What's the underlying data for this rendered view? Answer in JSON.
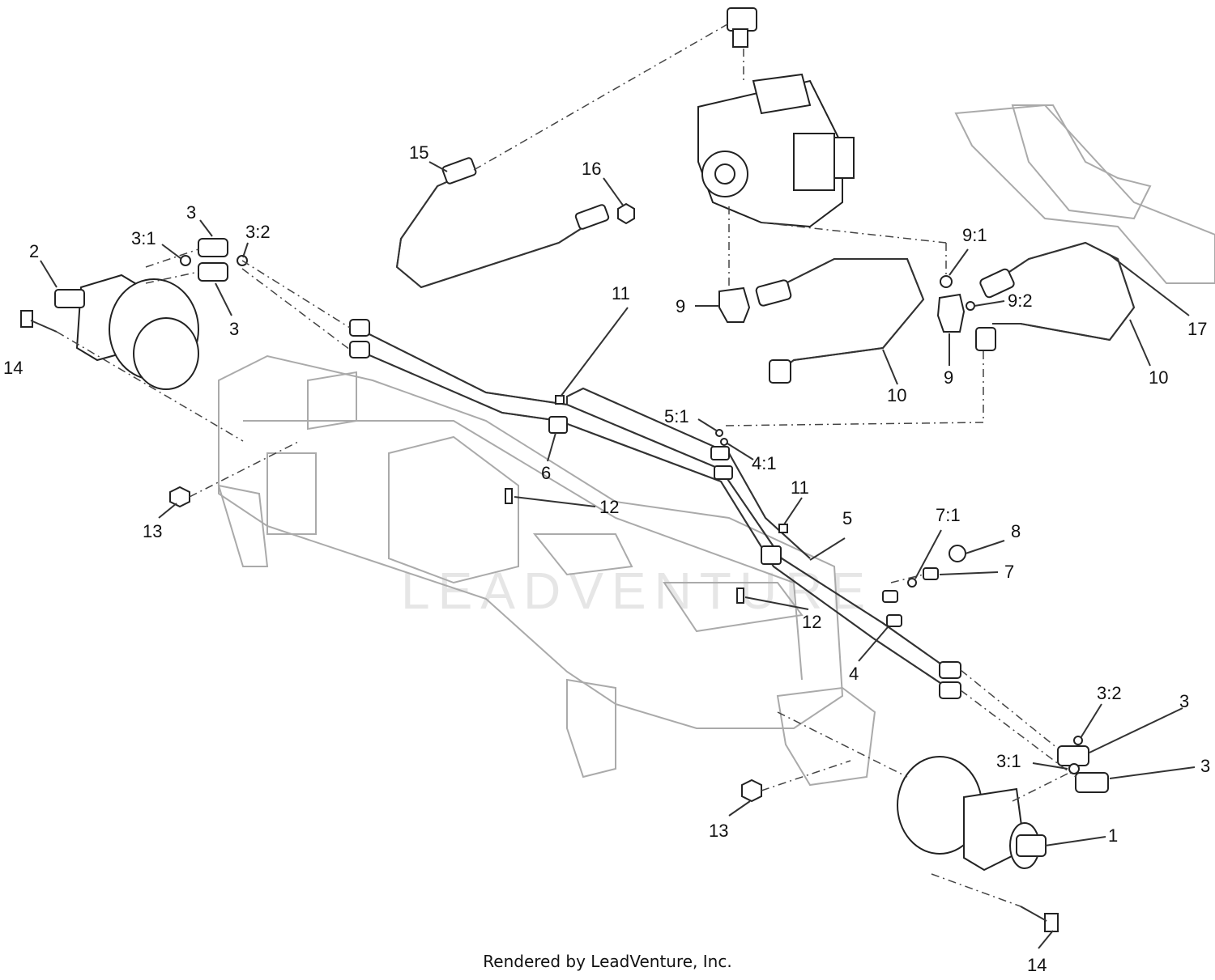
{
  "watermark": "LEADVENTURE",
  "footer": "Rendered by LeadVenture, Inc.",
  "callouts": [
    {
      "id": "c15",
      "text": "15"
    },
    {
      "id": "c16",
      "text": "16"
    },
    {
      "id": "c2",
      "text": "2"
    },
    {
      "id": "c3a",
      "text": "3"
    },
    {
      "id": "c31a",
      "text": "3:1"
    },
    {
      "id": "c32a",
      "text": "3:2"
    },
    {
      "id": "c3b",
      "text": "3"
    },
    {
      "id": "c14a",
      "text": "14"
    },
    {
      "id": "c11a",
      "text": "11"
    },
    {
      "id": "c9a",
      "text": "9"
    },
    {
      "id": "c91",
      "text": "9:1"
    },
    {
      "id": "c92",
      "text": "9:2"
    },
    {
      "id": "c9b",
      "text": "9"
    },
    {
      "id": "c17",
      "text": "17"
    },
    {
      "id": "c10a",
      "text": "10"
    },
    {
      "id": "c10b",
      "text": "10"
    },
    {
      "id": "c51",
      "text": "5:1"
    },
    {
      "id": "c41",
      "text": "4:1"
    },
    {
      "id": "c6",
      "text": "6"
    },
    {
      "id": "c12a",
      "text": "12"
    },
    {
      "id": "c13a",
      "text": "13"
    },
    {
      "id": "c11b",
      "text": "11"
    },
    {
      "id": "c5",
      "text": "5"
    },
    {
      "id": "c71",
      "text": "7:1"
    },
    {
      "id": "c8",
      "text": "8"
    },
    {
      "id": "c7",
      "text": "7"
    },
    {
      "id": "c12b",
      "text": "12"
    },
    {
      "id": "c4",
      "text": "4"
    },
    {
      "id": "c32b",
      "text": "3:2"
    },
    {
      "id": "c3c",
      "text": "3"
    },
    {
      "id": "c31b",
      "text": "3:1"
    },
    {
      "id": "c3d",
      "text": "3"
    },
    {
      "id": "c13b",
      "text": "13"
    },
    {
      "id": "c1",
      "text": "1"
    },
    {
      "id": "c14b",
      "text": "14"
    }
  ]
}
